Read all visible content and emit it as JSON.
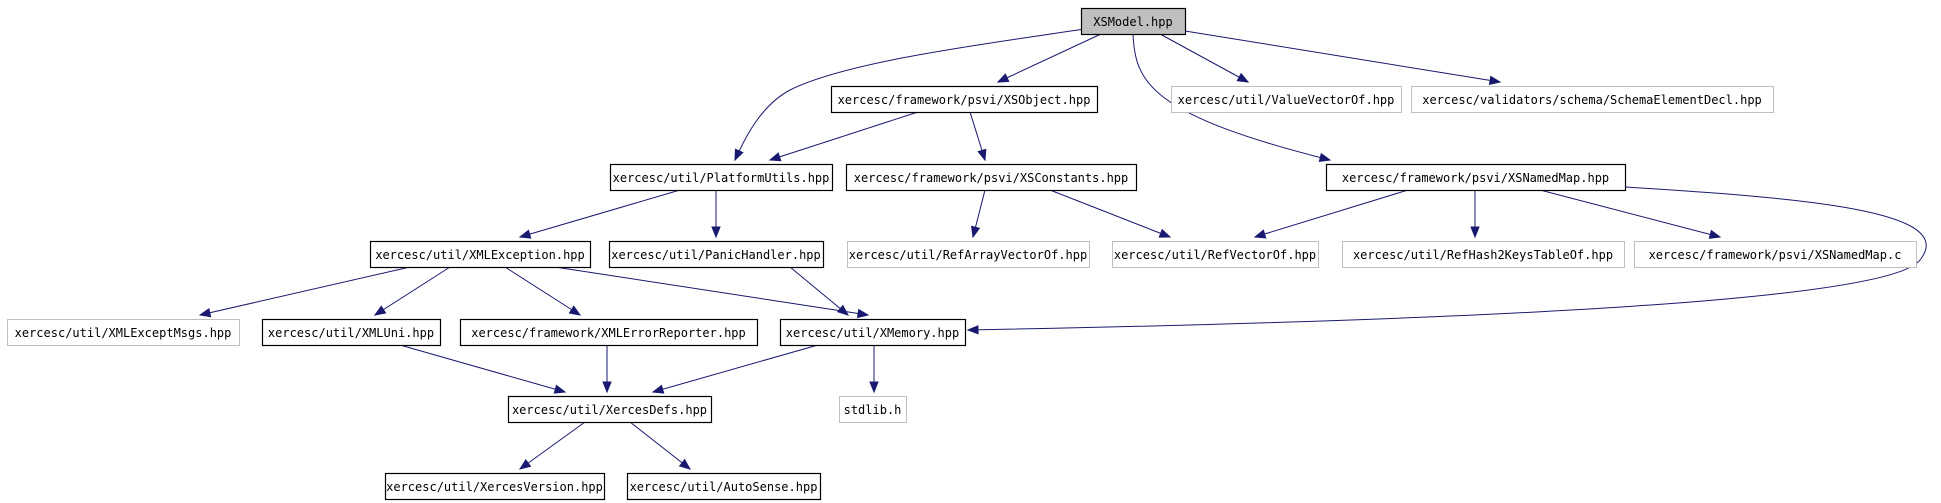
{
  "diagram": {
    "colors": {
      "edge": "#191970",
      "root_fill": "#bfbfbf",
      "node_border": "#000000",
      "external_border": "#bfbfbf"
    },
    "nodes": [
      {
        "id": "xsmodel",
        "label": "XSModel.hpp",
        "style": "root"
      },
      {
        "id": "xsobject",
        "label": "xercesc/framework/psvi/XSObject.hpp",
        "style": "bordered"
      },
      {
        "id": "valuevector",
        "label": "xercesc/util/ValueVectorOf.hpp",
        "style": "external"
      },
      {
        "id": "schemaelem",
        "label": "xercesc/validators/schema/SchemaElementDecl.hpp",
        "style": "external"
      },
      {
        "id": "platformutils",
        "label": "xercesc/util/PlatformUtils.hpp",
        "style": "bordered"
      },
      {
        "id": "xsconstants",
        "label": "xercesc/framework/psvi/XSConstants.hpp",
        "style": "bordered"
      },
      {
        "id": "xsnamedmap",
        "label": "xercesc/framework/psvi/XSNamedMap.hpp",
        "style": "bordered"
      },
      {
        "id": "xmlexception",
        "label": "xercesc/util/XMLException.hpp",
        "style": "bordered"
      },
      {
        "id": "panichandler",
        "label": "xercesc/util/PanicHandler.hpp",
        "style": "bordered"
      },
      {
        "id": "refarrayvector",
        "label": "xercesc/util/RefArrayVectorOf.hpp",
        "style": "external"
      },
      {
        "id": "refvector",
        "label": "xercesc/util/RefVectorOf.hpp",
        "style": "external"
      },
      {
        "id": "refhash2keys",
        "label": "xercesc/util/RefHash2KeysTableOf.hpp",
        "style": "external"
      },
      {
        "id": "xsnamedmapc",
        "label": "xercesc/framework/psvi/XSNamedMap.c",
        "style": "external"
      },
      {
        "id": "xmlexceptmsgs",
        "label": "xercesc/util/XMLExceptMsgs.hpp",
        "style": "external"
      },
      {
        "id": "xmluni",
        "label": "xercesc/util/XMLUni.hpp",
        "style": "bordered"
      },
      {
        "id": "xmlerrorreporter",
        "label": "xercesc/framework/XMLErrorReporter.hpp",
        "style": "bordered"
      },
      {
        "id": "xmemory",
        "label": "xercesc/util/XMemory.hpp",
        "style": "bordered"
      },
      {
        "id": "xercesdefs",
        "label": "xercesc/util/XercesDefs.hpp",
        "style": "bordered"
      },
      {
        "id": "stdlib",
        "label": "stdlib.h",
        "style": "external"
      },
      {
        "id": "xercesversion",
        "label": "xercesc/util/XercesVersion.hpp",
        "style": "bordered"
      },
      {
        "id": "autosense",
        "label": "xercesc/util/AutoSense.hpp",
        "style": "bordered"
      }
    ],
    "edges": [
      {
        "from": "xsmodel",
        "to": "platformutils"
      },
      {
        "from": "xsmodel",
        "to": "xsobject"
      },
      {
        "from": "xsmodel",
        "to": "valuevector"
      },
      {
        "from": "xsmodel",
        "to": "schemaelem"
      },
      {
        "from": "xsmodel",
        "to": "xsnamedmap"
      },
      {
        "from": "xsobject",
        "to": "platformutils"
      },
      {
        "from": "xsobject",
        "to": "xsconstants"
      },
      {
        "from": "platformutils",
        "to": "xmlexception"
      },
      {
        "from": "platformutils",
        "to": "panichandler"
      },
      {
        "from": "xsconstants",
        "to": "refarrayvector"
      },
      {
        "from": "xsconstants",
        "to": "refvector"
      },
      {
        "from": "xsnamedmap",
        "to": "refvector"
      },
      {
        "from": "xsnamedmap",
        "to": "refhash2keys"
      },
      {
        "from": "xsnamedmap",
        "to": "xsnamedmapc"
      },
      {
        "from": "xsnamedmap",
        "to": "xmemory"
      },
      {
        "from": "xmlexception",
        "to": "xmlexceptmsgs"
      },
      {
        "from": "xmlexception",
        "to": "xmluni"
      },
      {
        "from": "xmlexception",
        "to": "xmlerrorreporter"
      },
      {
        "from": "xmlexception",
        "to": "xmemory"
      },
      {
        "from": "panichandler",
        "to": "xmemory"
      },
      {
        "from": "xmluni",
        "to": "xercesdefs"
      },
      {
        "from": "xmlerrorreporter",
        "to": "xercesdefs"
      },
      {
        "from": "xmemory",
        "to": "xercesdefs"
      },
      {
        "from": "xmemory",
        "to": "stdlib"
      },
      {
        "from": "xercesdefs",
        "to": "xercesversion"
      },
      {
        "from": "xercesdefs",
        "to": "autosense"
      }
    ]
  }
}
